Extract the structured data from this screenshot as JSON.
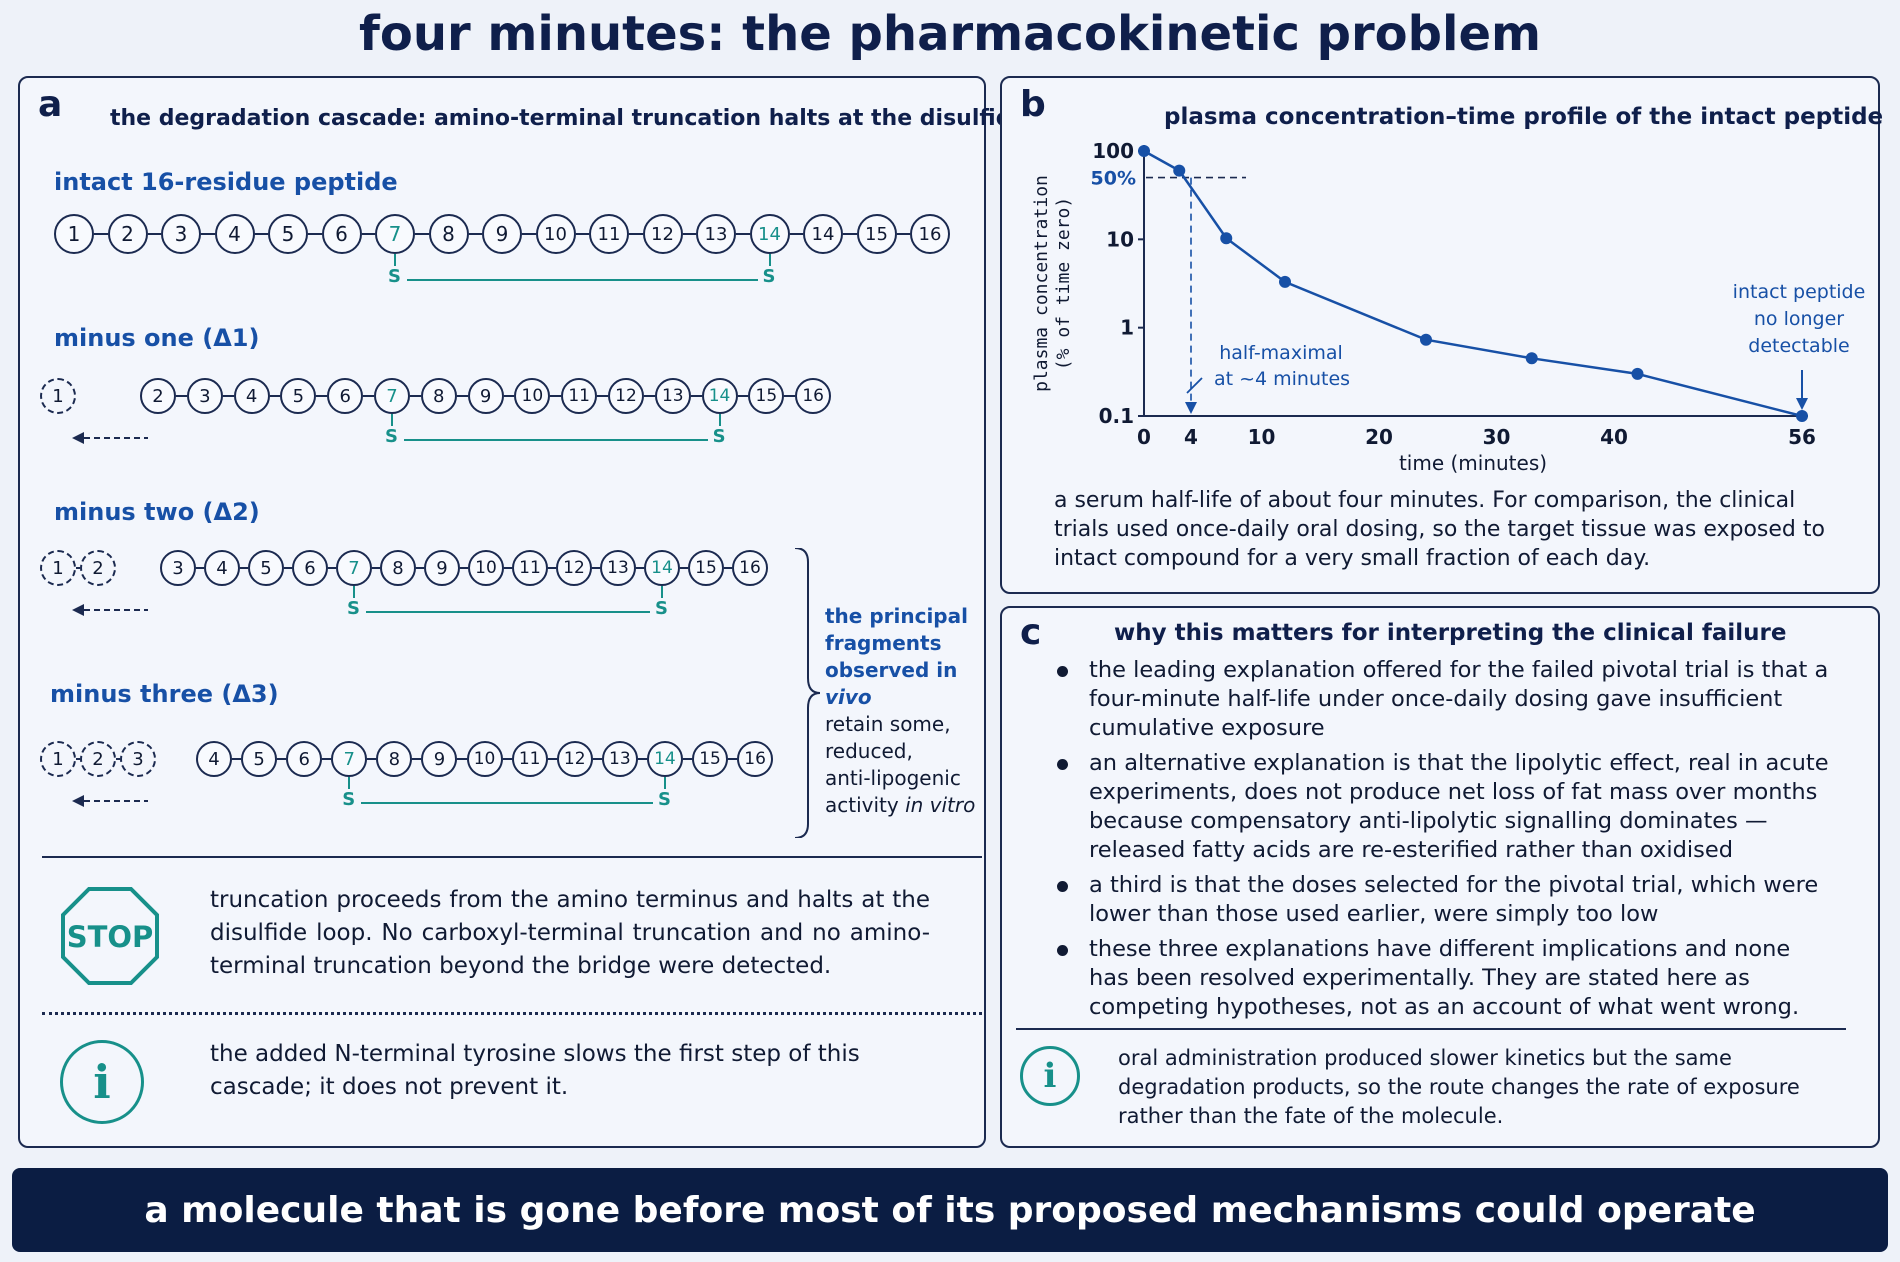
{
  "title": "four minutes: the pharmacokinetic problem",
  "panel_a": {
    "label": "a",
    "title": "the degradation cascade: amino-terminal truncation halts at the disulfide loop",
    "bridge_label": "S",
    "rows": [
      {
        "label": "intact 16-residue peptide",
        "lost": [],
        "residues": [
          "1",
          "2",
          "3",
          "4",
          "5",
          "6",
          "7",
          "8",
          "9",
          "10",
          "11",
          "12",
          "13",
          "14",
          "14",
          "15",
          "16"
        ],
        "cys_positions": [
          6,
          13
        ]
      },
      {
        "label": "minus one (Δ1)",
        "lost": [
          "1"
        ],
        "residues": [
          "2",
          "3",
          "4",
          "5",
          "6",
          "7",
          "8",
          "9",
          "10",
          "11",
          "12",
          "13",
          "14",
          "15",
          "16"
        ],
        "cys_positions": [
          5,
          12
        ]
      },
      {
        "label": "minus two (Δ2)",
        "lost": [
          "1",
          "2"
        ],
        "residues": [
          "3",
          "4",
          "5",
          "6",
          "7",
          "8",
          "9",
          "10",
          "11",
          "12",
          "13",
          "14",
          "15",
          "16"
        ],
        "cys_positions": [
          4,
          11
        ]
      },
      {
        "label": "minus three (Δ3)",
        "lost": [
          "1",
          "2",
          "3"
        ],
        "residues": [
          "4",
          "5",
          "6",
          "7",
          "8",
          "9",
          "10",
          "11",
          "12",
          "13",
          "14",
          "15",
          "16"
        ],
        "cys_positions": [
          3,
          10
        ]
      }
    ],
    "side_note": {
      "highlight_lines": [
        "the principal",
        "fragments",
        "observed in "
      ],
      "highlight_italic": "vivo",
      "rest_lines": [
        "retain some,",
        "reduced,",
        "anti-lipogenic"
      ],
      "last_line": "activity ",
      "last_italic": "in vitro"
    },
    "stop_label": "STOP",
    "stop_text": "truncation proceeds from the amino terminus and halts at the disulfide loop. No carboxyl-terminal truncation and no amino-terminal truncation beyond the bridge were detected.",
    "info_text": "the added N-terminal tyrosine slows the first step of this cascade; it does not prevent it."
  },
  "panel_b": {
    "label": "b",
    "caption": "a serum half-life of about four minutes. For comparison, the clinical trials used once-daily oral dosing, so the target tissue was exposed to intact compound for a very small fraction of each day.",
    "half_marker_label": "50%",
    "annotation_half": [
      "half-maximal",
      "at ~4 minutes"
    ],
    "annotation_end": [
      "intact peptide",
      "no longer",
      "detectable"
    ]
  },
  "chart_data": {
    "type": "line",
    "title": "plasma concentration–time profile of the intact peptide",
    "xlabel": "time (minutes)",
    "ylabel": "plasma concentration (% of time zero)",
    "y_scale": "log",
    "xlim": [
      0,
      56
    ],
    "ylim": [
      0.1,
      100
    ],
    "x_ticks": [
      "0",
      "4",
      "10",
      "20",
      "30",
      "40",
      "56"
    ],
    "y_ticks": [
      "100",
      "10",
      "1",
      "0.1"
    ],
    "series": [
      {
        "x": [
          0,
          3,
          7,
          12,
          24,
          33,
          42,
          56
        ],
        "y": [
          100,
          60,
          10.3,
          3.3,
          0.73,
          0.45,
          0.3,
          0.1
        ]
      }
    ],
    "color": "#1750a6"
  },
  "panel_c": {
    "label": "c",
    "title": "why this matters for interpreting the clinical failure",
    "bullets": [
      "the leading explanation offered for the failed pivotal trial is that a four-minute half-life under once-daily dosing gave insufficient cumulative exposure",
      "an alternative explanation is that the lipolytic effect, real in acute experiments, does not produce net loss of fat mass over months because compensatory anti-lipolytic signalling dominates — released fatty acids are re-esterified rather than oxidised",
      "a third is that the doses selected for the pivotal trial, which were lower than those used earlier, were simply too low",
      "these three explanations have different implications and none has been resolved experimentally. They are stated here as competing hypotheses, not as an account of what went wrong."
    ],
    "info_text": "oral administration produced slower kinetics but the same degradation products, so the route changes the rate of exposure rather than the fate of the molecule."
  },
  "footer": "a molecule that is gone before most of its proposed mechanisms could operate",
  "info_glyph": "i"
}
